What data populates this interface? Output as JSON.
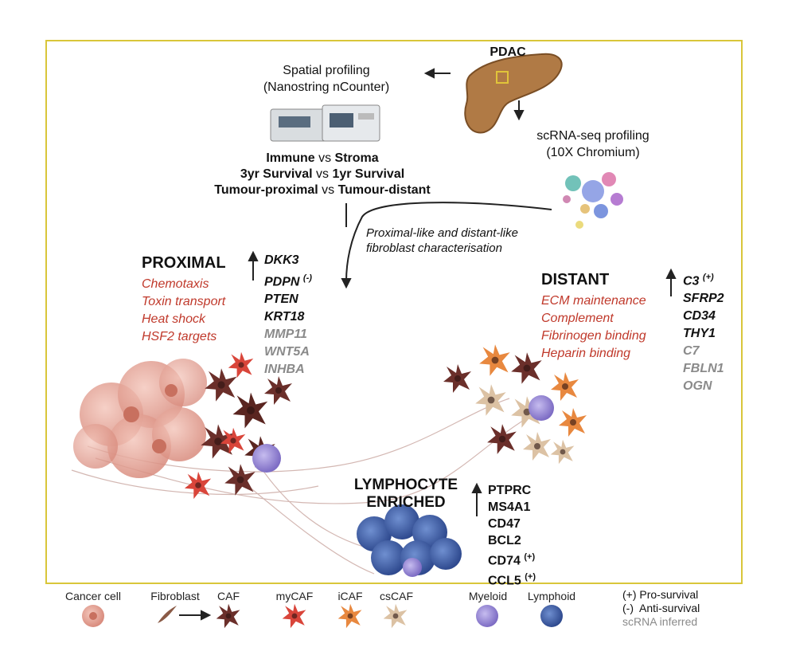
{
  "top": {
    "pdac": "PDAC",
    "spatial_line1": "Spatial profiling",
    "spatial_line2": "(Nanostring nCounter)",
    "scrna_line1": "scRNA-seq profiling",
    "scrna_line2": "(10X Chromium)",
    "comparisons": [
      {
        "left": "Immune",
        "vs": " vs ",
        "right": "Stroma"
      },
      {
        "left": "3yr Survival",
        "vs": " vs ",
        "right": "1yr Survival"
      },
      {
        "left": "Tumour-proximal",
        "vs": " vs ",
        "right": "Tumour-distant"
      }
    ],
    "characterisation_line1": "Proximal-like and distant-like",
    "characterisation_line2": "fibroblast characterisation"
  },
  "proximal": {
    "title": "PROXIMAL",
    "pathways": [
      "Chemotaxis",
      "Toxin transport",
      "Heat shock",
      "HSF2 targets"
    ],
    "genes": [
      {
        "name": "DKK3",
        "mark": ""
      },
      {
        "name": "PDPN",
        "mark": "(-)"
      },
      {
        "name": "PTEN",
        "mark": ""
      },
      {
        "name": "KRT18",
        "mark": ""
      },
      {
        "name": "MMP11",
        "mark": ""
      },
      {
        "name": "WNT5A",
        "mark": ""
      },
      {
        "name": "INHBA",
        "mark": ""
      }
    ]
  },
  "distant": {
    "title": "DISTANT",
    "pathways": [
      "ECM maintenance",
      "Complement",
      "Fibrinogen binding",
      "Heparin binding"
    ],
    "genes": [
      {
        "name": "C3",
        "mark": "(+)"
      },
      {
        "name": "SFRP2",
        "mark": ""
      },
      {
        "name": "CD34",
        "mark": ""
      },
      {
        "name": "THY1",
        "mark": ""
      },
      {
        "name": "C7",
        "mark": ""
      },
      {
        "name": "FBLN1",
        "mark": ""
      },
      {
        "name": "OGN",
        "mark": ""
      }
    ]
  },
  "lymphocyte": {
    "title_line1": "LYMPHOCYTE",
    "title_line2": "ENRICHED",
    "genes": [
      {
        "name": "PTPRC",
        "mark": ""
      },
      {
        "name": "MS4A1",
        "mark": ""
      },
      {
        "name": "CD47",
        "mark": ""
      },
      {
        "name": "BCL2",
        "mark": ""
      },
      {
        "name": "CD74",
        "mark": "(+)"
      },
      {
        "name": "CCL5",
        "mark": "(+)"
      }
    ]
  },
  "legend": {
    "cancer_cell": "Cancer cell",
    "fibroblast": "Fibroblast",
    "caf": "CAF",
    "mycaf": "myCAF",
    "icaf": "iCAF",
    "cscaf": "csCAF",
    "myeloid": "Myeloid",
    "lymphoid": "Lymphoid",
    "pro_survival": "(+) Pro-survival",
    "anti_survival": "(-)  Anti-survival",
    "scrna_inferred": "scRNA inferred"
  },
  "colors": {
    "frame": "#d9c63a",
    "pathway_red": "#c0392b",
    "inferred_grey": "#8a8a8a",
    "cancer": "#e8a598",
    "caf": "#6b2f2a",
    "mycaf": "#d9453a",
    "icaf": "#e8883f",
    "cscaf": "#dcc2a4",
    "myeloid": "#9b8ad6",
    "lymphoid": "#3f5fa8"
  }
}
